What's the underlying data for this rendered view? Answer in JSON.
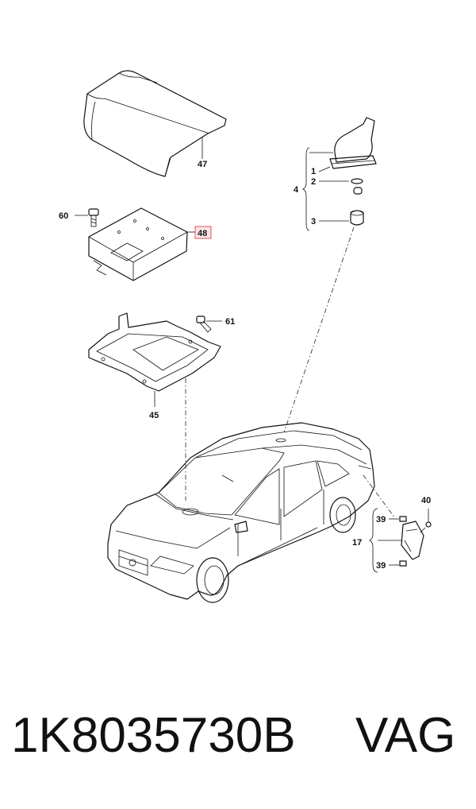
{
  "labels": {
    "armrest": "47",
    "control_unit": "48",
    "screw_60": "60",
    "bracket": "45",
    "screw_61": "61",
    "antenna_group": "4",
    "antenna_cover": "1",
    "seal": "2",
    "base": "3",
    "sensor_group": "17",
    "clip_top": "39",
    "clip_bottom": "39",
    "screw_40": "40"
  },
  "highlight_color": "#e05060",
  "footer": {
    "part_number": "1K8035730B",
    "brand": "VAG"
  }
}
